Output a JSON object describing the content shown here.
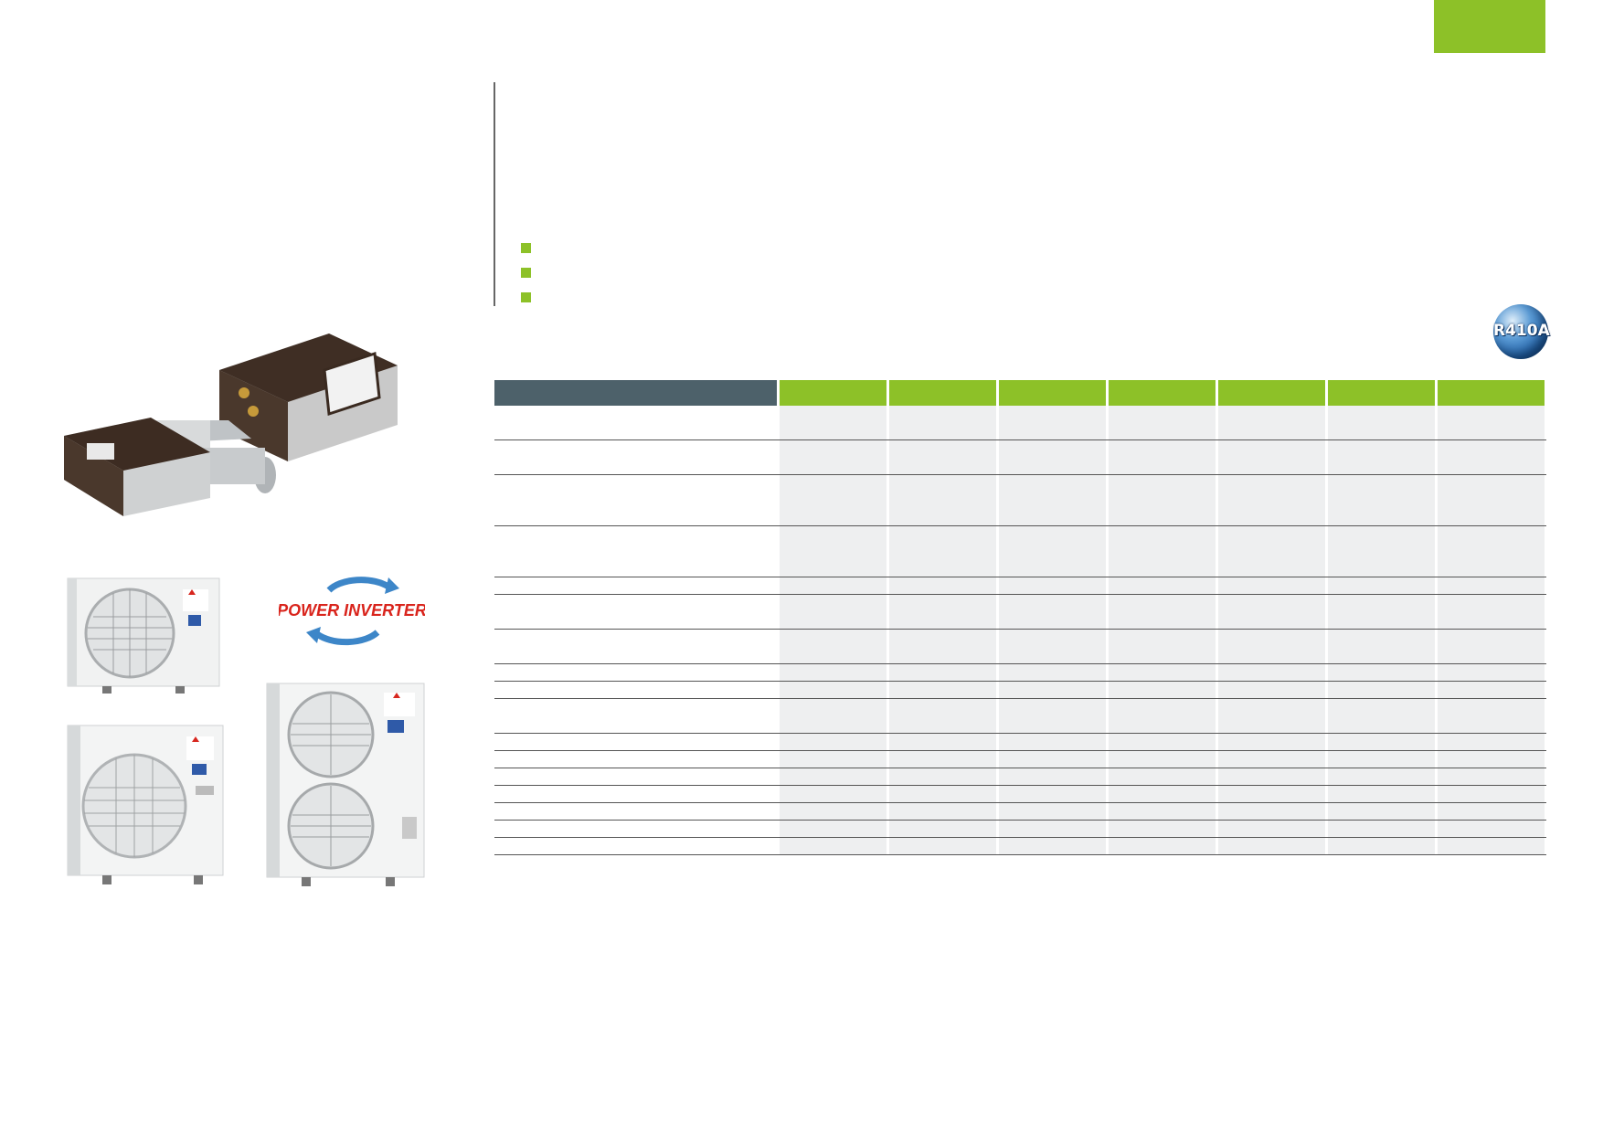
{
  "colors": {
    "accent_green": "#8dc128",
    "header_slate": "#4d616a",
    "cell_gray": "#eeeff0",
    "rule": "#555555"
  },
  "badges": {
    "refrigerant_label": "R410A"
  },
  "logos": {
    "power_inverter": "POWER INVERTER"
  },
  "table": {
    "model_columns": 7,
    "rows": 18
  },
  "icons": [
    "square-bullet-icon",
    "square-bullet-icon",
    "square-bullet-icon",
    "globe-icon",
    "cycle-arrows-icon",
    "mitsubishi-logo-icon"
  ]
}
